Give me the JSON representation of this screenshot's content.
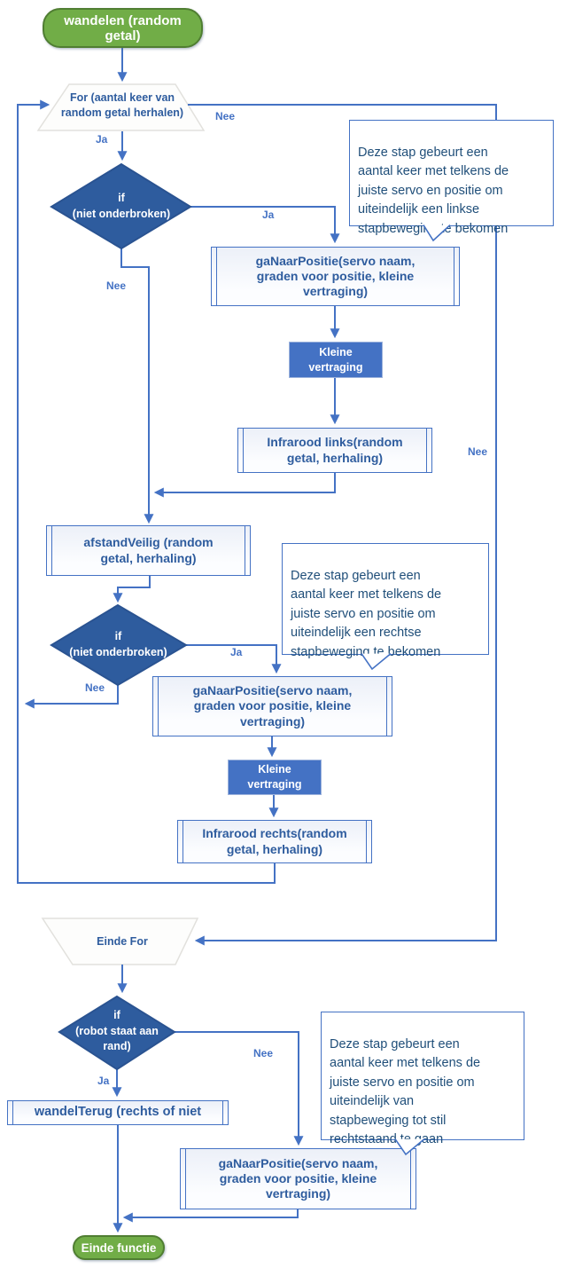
{
  "edge_labels": {
    "ja": "Ja",
    "nee": "Nee"
  },
  "nodes": {
    "start": "wandelen (random\ngetal)",
    "for_loop": "For (aantal keer van\nrandom getal herhalen)",
    "if1": "if\n(niet onderbroken)",
    "go1": "gaNaarPositie(servo naam,\ngraden voor positie, kleine\nvertraging)",
    "delay1": "Kleine\nvertraging",
    "infrarood_links": "Infrarood links(random\ngetal, herhaling)",
    "afstand_veilig": "afstandVeilig (random\ngetal, herhaling)",
    "if2": "if\n(niet onderbroken)",
    "go2": "gaNaarPositie(servo naam,\ngraden voor positie, kleine\nvertraging)",
    "delay2": "Kleine\nvertraging",
    "infrarood_rechts": "Infrarood rechts(random\ngetal, herhaling)",
    "einde_for": "Einde For",
    "if3": "if\n(robot staat aan\nrand)",
    "wandel_terug": "wandelTerug (rechts of niet",
    "go3": "gaNaarPositie(servo naam,\ngraden voor positie, kleine\nvertraging)",
    "einde_functie": "Einde functie"
  },
  "callouts": {
    "linkse_stap": "Deze stap gebeurt een\naantal keer met telkens de\njuiste servo en positie om\nuiteindelijk een linkse\nstapbeweging te bekomen",
    "rechtse_stap": "Deze stap gebeurt een\naantal keer met telkens de\njuiste servo en positie om\nuiteindelijk een rechtse\nstapbeweging te bekomen",
    "stilstand": "Deze stap gebeurt een\naantal keer met telkens de\njuiste servo en positie om\nuiteindelijk van\nstapbeweging tot stil\nrechtstaand te gaan"
  },
  "colors": {
    "connector": "#4472C4",
    "decision_fill": "#2E5C9E",
    "delay_fill": "#4472C4",
    "terminator_fill": "#71AD47",
    "terminator_border": "#507E32",
    "process_text": "#2E5C9E",
    "callout_text": "#1F4E79"
  }
}
